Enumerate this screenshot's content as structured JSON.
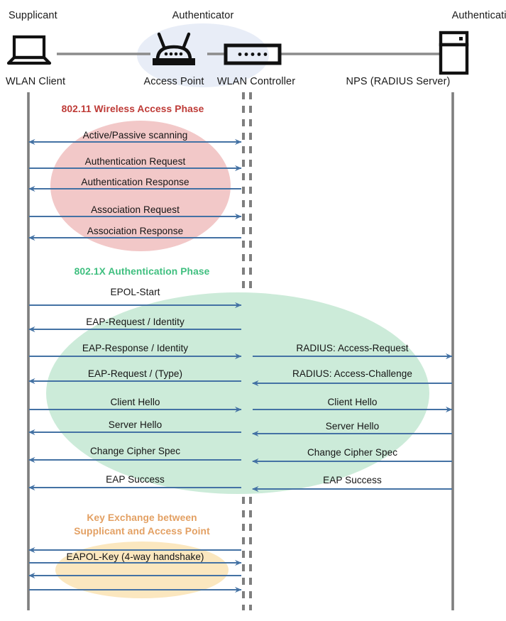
{
  "diagram": {
    "title_roles": [
      "Supplicant",
      "Authenticator",
      "Authentication Server"
    ],
    "nodes": [
      {
        "role": "Supplicant",
        "name": "WLAN Client",
        "icon": "laptop-icon"
      },
      {
        "role": "Authenticator",
        "name": "Access Point",
        "icon": "access-point-icon"
      },
      {
        "role": "Authenticator",
        "name": "WLAN Controller",
        "icon": "wlan-controller-icon"
      },
      {
        "role": "Authentication Server",
        "name": "NPS (RADIUS Server)",
        "icon": "server-icon"
      }
    ],
    "roles": {
      "supplicant": "Supplicant",
      "authenticator": "Authenticator",
      "auth_server": "Authentication Server"
    },
    "node_names": {
      "wlan_client": "WLAN Client",
      "access_point": "Access Point",
      "wlan_controller": "WLAN Controller",
      "nps": "NPS (RADIUS Server)"
    },
    "phases": [
      {
        "id": "phase-80211",
        "label": "802.11 Wireless Access Phase",
        "color": "#BE3A36",
        "ellipse_fill": "#F2C8C8",
        "messages": [
          {
            "text": "Active/Passive scanning",
            "dir": "both",
            "side": "left"
          },
          {
            "text": "Authentication Request",
            "dir": "right",
            "side": "left"
          },
          {
            "text": "Authentication Response",
            "dir": "left",
            "side": "left"
          },
          {
            "text": "Association Request",
            "dir": "right",
            "side": "left"
          },
          {
            "text": "Association Response",
            "dir": "left",
            "side": "left"
          }
        ]
      },
      {
        "id": "phase-8021x",
        "label": "802.1X Authentication Phase",
        "color": "#3FBF7F",
        "ellipse_fill": "#C8EBD8",
        "messages": [
          {
            "text": "EPOL-Start",
            "dir": "right",
            "side": "left"
          },
          {
            "text": "EAP-Request / Identity",
            "dir": "left",
            "side": "left"
          },
          {
            "text": "EAP-Response / Identity",
            "dir": "right",
            "side": "left"
          },
          {
            "text": "RADIUS: Access-Request",
            "dir": "right",
            "side": "right"
          },
          {
            "text": "EAP-Request / (Type)",
            "dir": "left",
            "side": "left"
          },
          {
            "text": "RADIUS: Access-Challenge",
            "dir": "left",
            "side": "right"
          },
          {
            "text": "Client Hello",
            "dir": "right",
            "side": "left"
          },
          {
            "text": "Client Hello",
            "dir": "right",
            "side": "right"
          },
          {
            "text": "Server Hello",
            "dir": "left",
            "side": "left"
          },
          {
            "text": "Server Hello",
            "dir": "left",
            "side": "right"
          },
          {
            "text": "Change Cipher Spec",
            "dir": "left",
            "side": "left"
          },
          {
            "text": "Change Cipher Spec",
            "dir": "left",
            "side": "right"
          },
          {
            "text": "EAP Success",
            "dir": "left",
            "side": "left"
          },
          {
            "text": "EAP Success",
            "dir": "left",
            "side": "right"
          }
        ]
      },
      {
        "id": "phase-key-exchange",
        "label": "Key Exchange between Supplicant and Access Point",
        "label_line1": "Key Exchange between",
        "label_line2": "Supplicant and Access Point",
        "color": "#E3A063",
        "ellipse_fill": "#FBE7BF",
        "messages": [
          {
            "text": "",
            "dir": "left",
            "side": "left"
          },
          {
            "text": "",
            "dir": "right",
            "side": "left"
          },
          {
            "text": "EAPOL-Key (4-way handshake)",
            "dir": "left",
            "side": "left"
          },
          {
            "text": "",
            "dir": "right",
            "side": "left"
          }
        ]
      }
    ],
    "colors": {
      "arrow": "#4472A4",
      "lifeline": "#7F7F7F",
      "authenticator_halo": "#E8EDF7",
      "link": "#8C8C8C"
    }
  }
}
